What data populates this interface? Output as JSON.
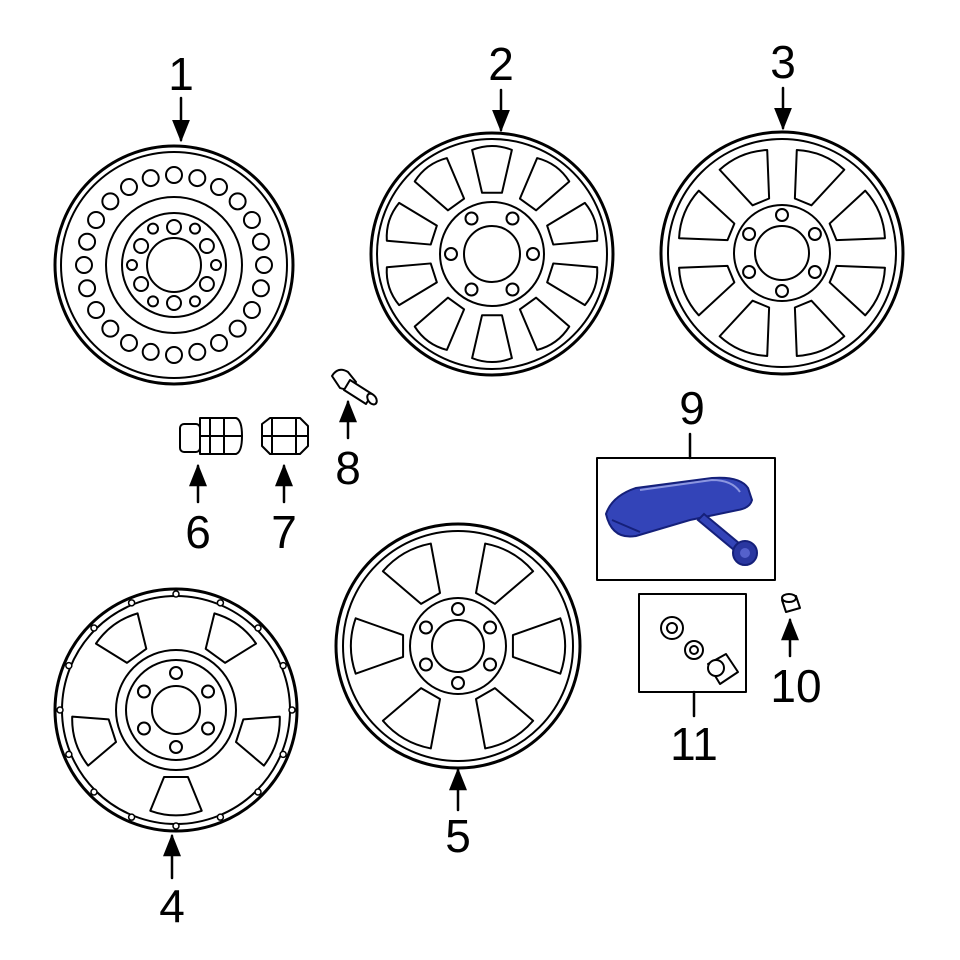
{
  "callouts": {
    "c1": "1",
    "c2": "2",
    "c3": "3",
    "c4": "4",
    "c5": "5",
    "c6": "6",
    "c7": "7",
    "c8": "8",
    "c9": "9",
    "c10": "10",
    "c11": "11"
  },
  "colors": {
    "line": "#000000",
    "background": "#ffffff",
    "highlight_part": "#3344b8",
    "highlight_dark": "#15207a"
  },
  "highlighted_part": "9"
}
